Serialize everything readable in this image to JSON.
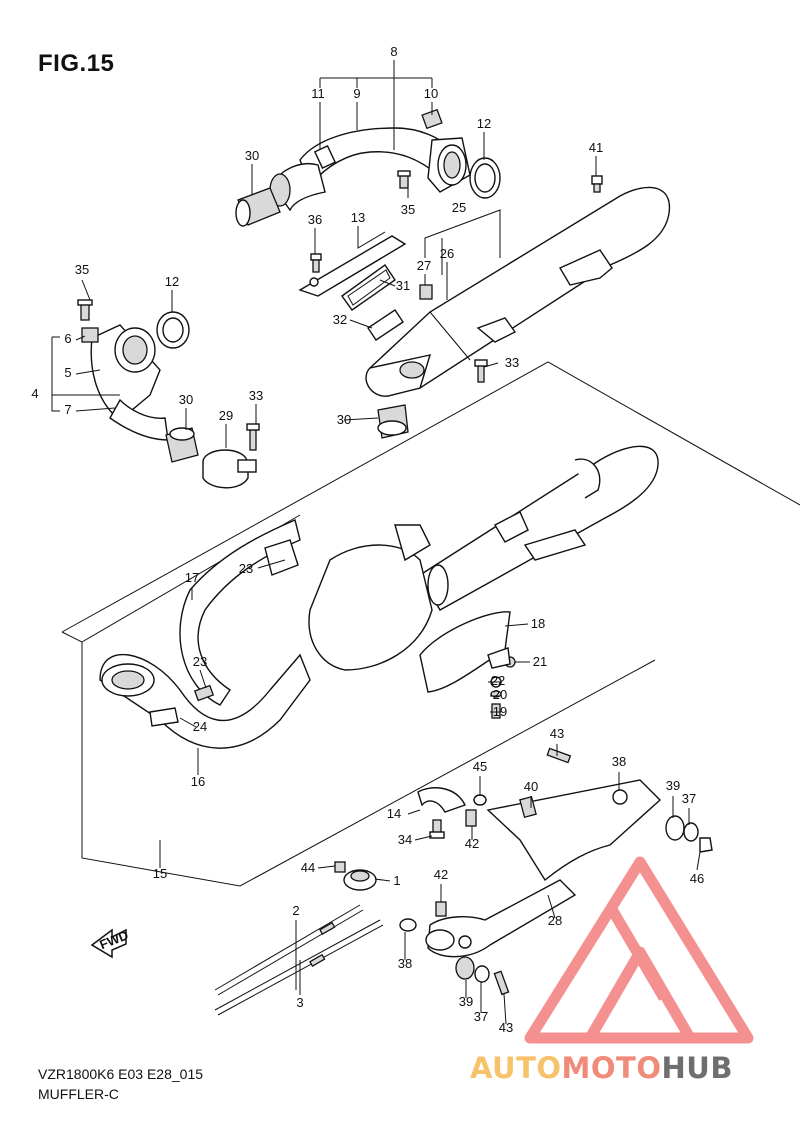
{
  "figure": {
    "title": "FIG.15",
    "model_code": "VZR1800K6  E03  E28_015",
    "section_name": "MUFFLER-C"
  },
  "callouts": [
    {
      "n": "8"
    },
    {
      "n": "11"
    },
    {
      "n": "9"
    },
    {
      "n": "10"
    },
    {
      "n": "12"
    },
    {
      "n": "30"
    },
    {
      "n": "35"
    },
    {
      "n": "41"
    },
    {
      "n": "36"
    },
    {
      "n": "13"
    },
    {
      "n": "25"
    },
    {
      "n": "27"
    },
    {
      "n": "26"
    },
    {
      "n": "31"
    },
    {
      "n": "32"
    },
    {
      "n": "33"
    },
    {
      "n": "30"
    },
    {
      "n": "35"
    },
    {
      "n": "12"
    },
    {
      "n": "6"
    },
    {
      "n": "5"
    },
    {
      "n": "4"
    },
    {
      "n": "7"
    },
    {
      "n": "30"
    },
    {
      "n": "29"
    },
    {
      "n": "33"
    },
    {
      "n": "17"
    },
    {
      "n": "23"
    },
    {
      "n": "18"
    },
    {
      "n": "21"
    },
    {
      "n": "22"
    },
    {
      "n": "20"
    },
    {
      "n": "19"
    },
    {
      "n": "23"
    },
    {
      "n": "24"
    },
    {
      "n": "16"
    },
    {
      "n": "43"
    },
    {
      "n": "45"
    },
    {
      "n": "40"
    },
    {
      "n": "38"
    },
    {
      "n": "39"
    },
    {
      "n": "37"
    },
    {
      "n": "14"
    },
    {
      "n": "34"
    },
    {
      "n": "42"
    },
    {
      "n": "46"
    },
    {
      "n": "15"
    },
    {
      "n": "44"
    },
    {
      "n": "1"
    },
    {
      "n": "42"
    },
    {
      "n": "28"
    },
    {
      "n": "2"
    },
    {
      "n": "3"
    },
    {
      "n": "38"
    },
    {
      "n": "39"
    },
    {
      "n": "37"
    },
    {
      "n": "43"
    }
  ],
  "fwd_label": "FWD",
  "watermark": {
    "part1": "AUTO",
    "part2": "MOTO",
    "part3": "HUB",
    "color_part1": "#f6c26a",
    "color_part2": "#f08a7a",
    "color_part3": "#6e6e6e",
    "logo_color": "#f26b6b"
  }
}
